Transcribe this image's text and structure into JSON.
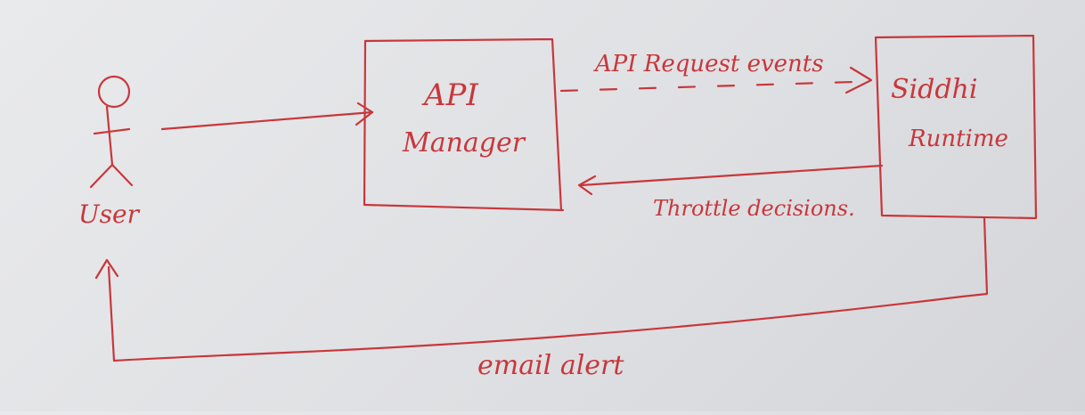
{
  "colors": {
    "ink": "#c8373b",
    "board": "#e4e5e8"
  },
  "nodes": {
    "user": {
      "label": "User"
    },
    "api_manager": {
      "label_line1": "API",
      "label_line2": "Manager"
    },
    "siddhi_runtime": {
      "label_line1": "Siddhi",
      "label_line2": "Runtime"
    }
  },
  "edges": {
    "user_to_api": {
      "label": ""
    },
    "api_request_events": {
      "label": "API Request events"
    },
    "throttle_decisions": {
      "label": "Throttle decisions."
    },
    "email_alert": {
      "label": "email alert"
    }
  }
}
